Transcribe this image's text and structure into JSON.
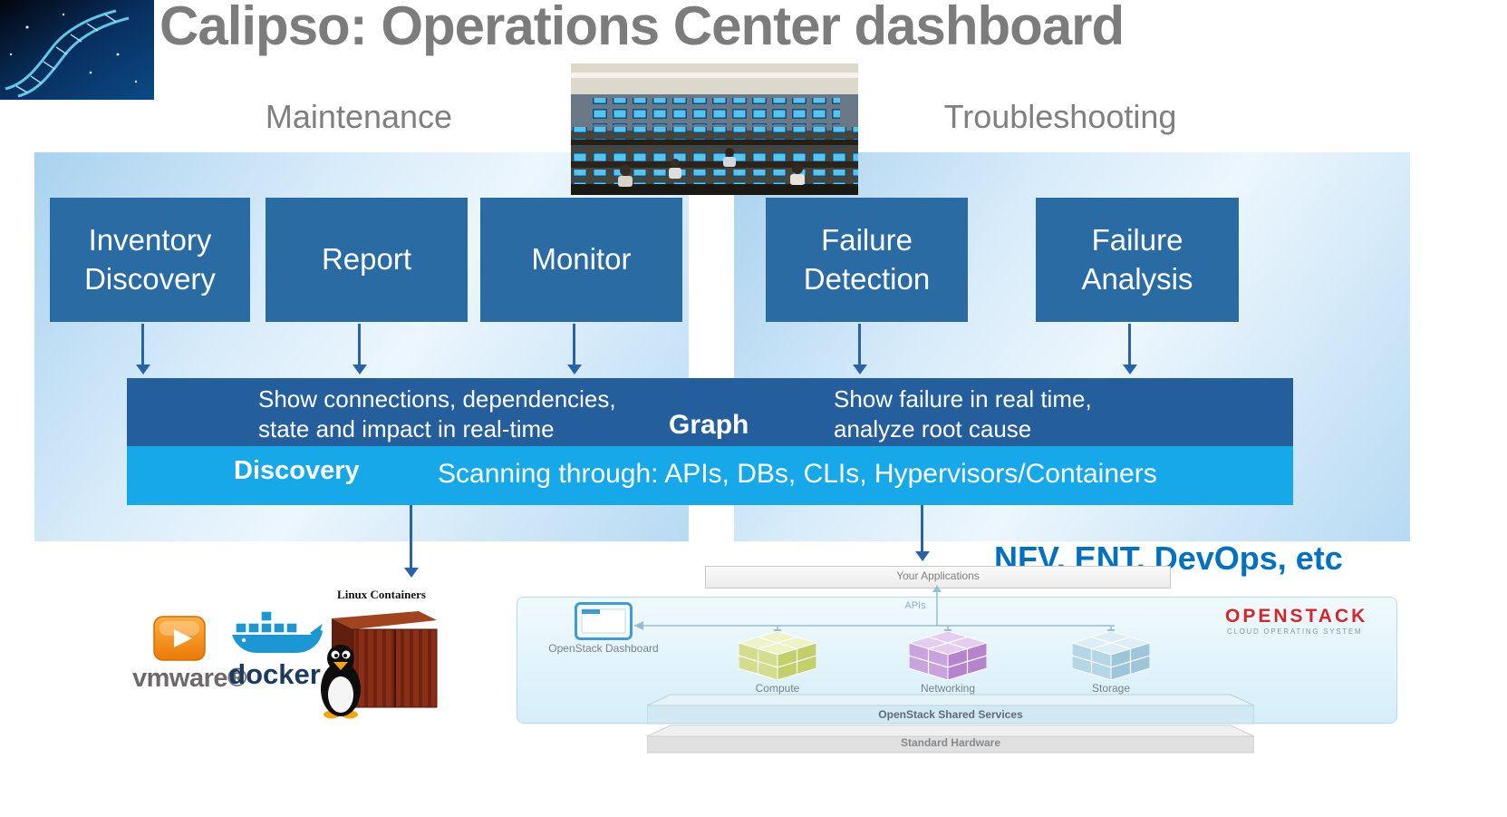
{
  "title": "Calipso: Operations Center dashboard",
  "sections": {
    "maintenance": "Maintenance",
    "troubleshooting": "Troubleshooting"
  },
  "boxes": {
    "inventory_discovery": "Inventory Discovery",
    "report": "Report",
    "monitor": "Monitor",
    "failure_detection": "Failure Detection",
    "failure_analysis": "Failure Analysis"
  },
  "graph_bar": {
    "label": "Graph",
    "maintenance_line1": "Show connections, dependencies,",
    "maintenance_line2": "state and impact in real-time",
    "troubleshooting_line1": "Show failure in real time,",
    "troubleshooting_line2": "analyze root cause"
  },
  "discovery_bar": {
    "label": "Discovery",
    "text": "Scanning through: APIs, DBs, CLIs, Hypervisors/Containers"
  },
  "annotations": {
    "use_cases": "NFV, ENT, DevOps, etc"
  },
  "platforms": {
    "vmware": "vmware®",
    "docker": "docker",
    "linux_containers": "Linux Containers"
  },
  "openstack": {
    "your_applications": "Your Applications",
    "apis": "APIs",
    "dashboard": "OpenStack Dashboard",
    "compute": "Compute",
    "networking": "Networking",
    "storage": "Storage",
    "shared_services": "OpenStack Shared Services",
    "standard_hardware": "Standard Hardware",
    "brand": "OPENSTACK",
    "brand_sub": "CLOUD OPERATING SYSTEM"
  },
  "colors": {
    "box_blue": "#2a6ba3",
    "graph_bar_blue": "#245e9c",
    "discovery_bar_blue": "#17a8e9",
    "panel_blue": "#cde6f8",
    "title_gray": "#7c7c7c",
    "use_cases_blue": "#0070c0",
    "openstack_red": "#d5262b"
  }
}
